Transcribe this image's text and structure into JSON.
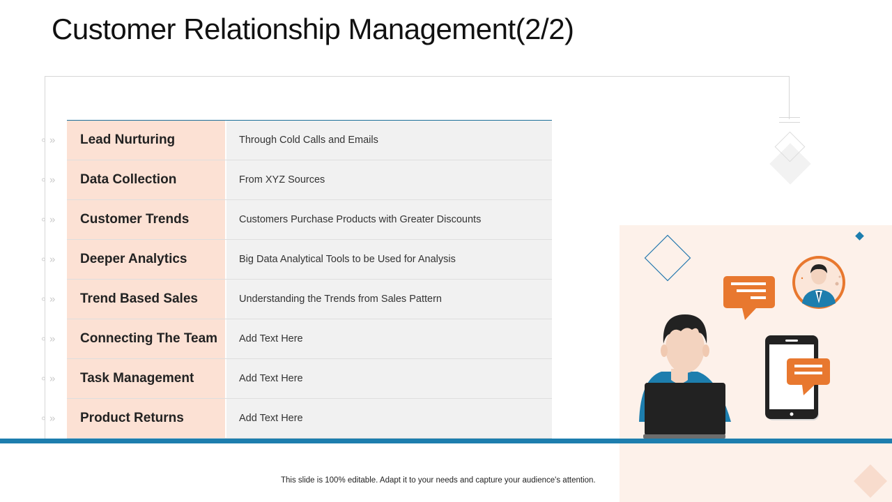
{
  "slide": {
    "title": "Customer Relationship Management(2/2)",
    "footer": "This slide is 100% editable. Adapt it to your needs and capture your audience's attention."
  },
  "table": {
    "rows": [
      {
        "label": "Lead Nurturing",
        "desc": "Through Cold Calls and Emails"
      },
      {
        "label": "Data Collection",
        "desc": "From XYZ  Sources"
      },
      {
        "label": "Customer Trends",
        "desc": "Customers Purchase Products with Greater Discounts"
      },
      {
        "label": "Deeper Analytics",
        "desc": "Big Data Analytical Tools to be Used for Analysis"
      },
      {
        "label": "Trend Based Sales",
        "desc": "Understanding the Trends from Sales Pattern"
      },
      {
        "label": "Connecting The Team",
        "desc": "Add Text Here"
      },
      {
        "label": "Task Management",
        "desc": "Add Text Here"
      },
      {
        "label": "Product Returns",
        "desc": "Add Text Here"
      }
    ]
  },
  "icons": {
    "row_marker": "double-chevron-right-icon",
    "illustration": "person-at-laptop-chat-icon"
  },
  "colors": {
    "accent_blue": "#1d7eae",
    "label_fill": "#fce1d4",
    "desc_fill": "#f1f1f1",
    "illustration_bg": "#fdf1ea",
    "chat_orange": "#e8782f"
  }
}
